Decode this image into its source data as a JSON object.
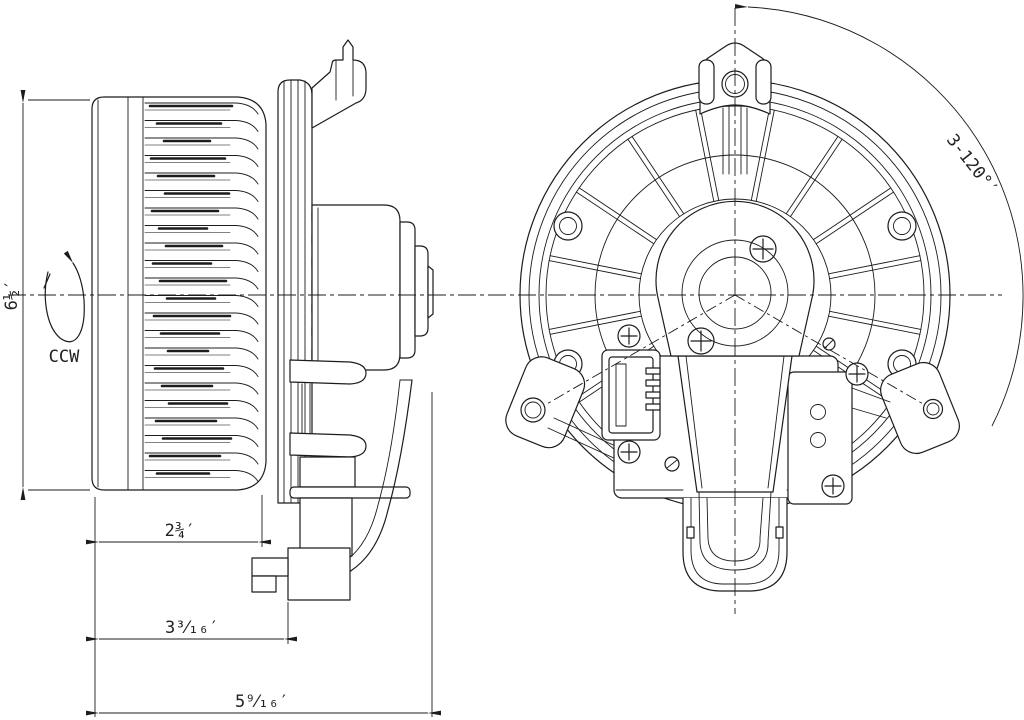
{
  "drawing": {
    "kind": "blower-motor-technical-drawing",
    "dimensions": {
      "wheel_height": "6½′",
      "wheel_depth": "2¾′",
      "mid_depth": "3³⁄₁₆′",
      "overall_depth": "5⁹⁄₁₆′",
      "mount_pattern": "3-120°′",
      "rotation_direction": "CCW"
    },
    "colors": {
      "line": "#1c1c1c",
      "background": "#ffffff"
    }
  }
}
